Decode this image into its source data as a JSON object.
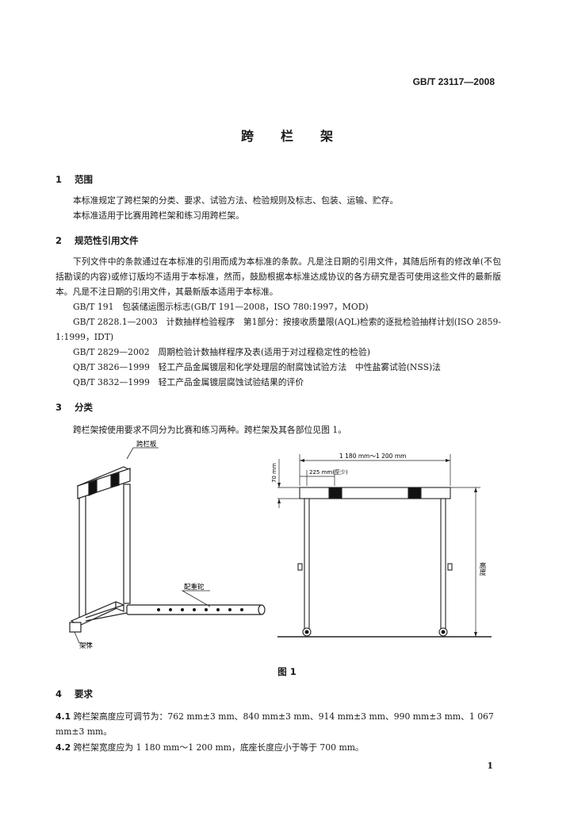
{
  "header": {
    "standard_code": "GB/T 23117—2008"
  },
  "title": "跨栏架",
  "sections": {
    "scope": {
      "number": "1",
      "title": "范围",
      "paragraphs": [
        "本标准规定了跨栏架的分类、要求、试验方法、检验规则及标志、包装、运输、贮存。",
        "本标准适用于比赛用跨栏架和练习用跨栏架。"
      ]
    },
    "normative": {
      "number": "2",
      "title": "规范性引用文件",
      "intro": "下列文件中的条款通过在本标准的引用而成为本标准的条款。凡是注日期的引用文件，其随后所有的修改单(不包括勘误的内容)或修订版均不适用于本标准，然而，鼓励根据本标准达成协议的各方研究是否可使用这些文件的最新版本。凡是不注日期的引用文件，其最新版本适用于本标准。",
      "refs": [
        "GB/T 191　包装储运图示标志(GB/T 191—2008，ISO 780:1997，MOD)",
        "GB/T 2828.1—2003　计数抽样检验程序　第1部分：按接收质量限(AQL)检索的逐批检验抽样计划(ISO 2859-1:1999，IDT)",
        "GB/T 2829—2002　周期检验计数抽样程序及表(适用于对过程稳定性的检验)",
        "QB/T 3826—1999　轻工产品金属镀层和化学处理层的耐腐蚀试验方法　中性盐雾试验(NSS)法",
        "QB/T 3832—1999　轻工产品金属镀层腐蚀试验结果的评价"
      ]
    },
    "classification": {
      "number": "3",
      "title": "分类",
      "text": "跨栏架按使用要求不同分为比赛和练习两种。跨栏架及其各部位见图 1。"
    },
    "requirements": {
      "number": "4",
      "title": "要求",
      "items": [
        {
          "num": "4.1",
          "text": "跨栏架高度应可调节为：762 mm±3 mm、840 mm±3 mm、914 mm±3 mm、990 mm±3 mm、1 067 mm±3 mm。"
        },
        {
          "num": "4.2",
          "text": "跨栏架宽度应为 1 180 mm～1 200 mm，底座长度应小于等于 700 mm。"
        }
      ]
    }
  },
  "figure": {
    "caption": "图 1",
    "labels": {
      "crossbar": "跨栏板",
      "counterweight": "配重砣",
      "base": "架体",
      "height": "高度"
    },
    "dimensions": {
      "width_range": "1 180 mm～1 200 mm",
      "offset": "225 mm(至少)",
      "board_height": "70 mm"
    }
  },
  "page_number": "1"
}
